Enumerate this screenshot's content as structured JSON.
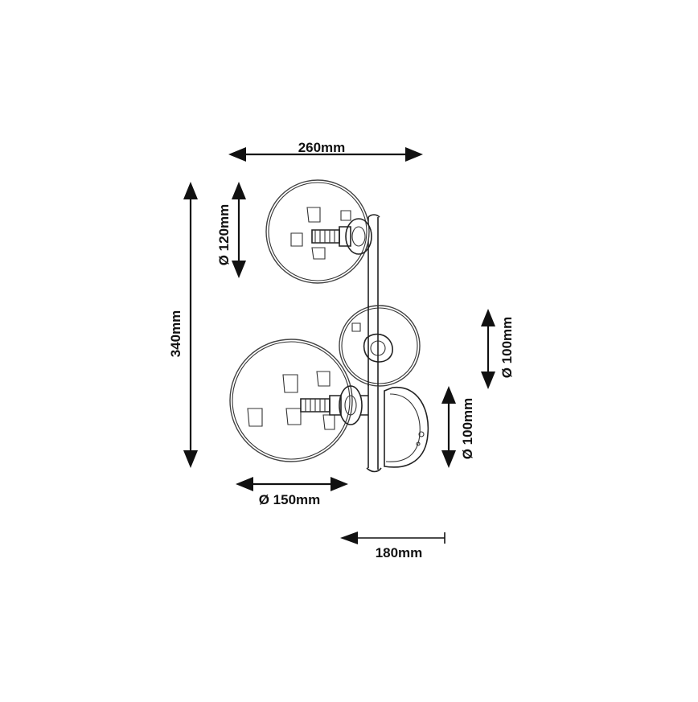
{
  "dimensions": {
    "width_top": "260mm",
    "height_total": "340mm",
    "globe_top_diameter": "Ø 120mm",
    "globe_mid_diameter": "Ø 100mm",
    "globe_low_diameter": "Ø 100mm",
    "globe_large_diameter": "Ø 150mm",
    "depth": "180mm"
  },
  "colors": {
    "ink": "#111111",
    "background": "#ffffff"
  }
}
